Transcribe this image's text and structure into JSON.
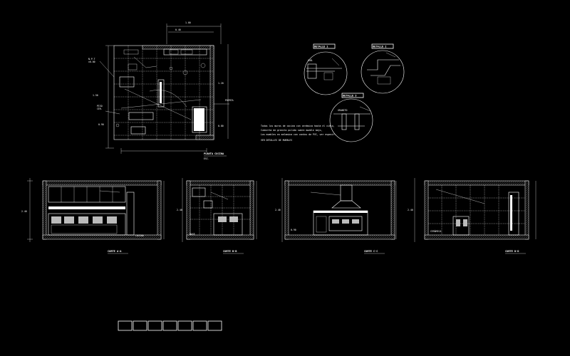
{
  "plan": {
    "title": "PLANTA COCINA",
    "scale": "ESC."
  },
  "details": [
    {
      "title": "DETALLE 1"
    },
    {
      "title": "DETALLE 2"
    },
    {
      "title": "DETALLE 3"
    }
  ],
  "notes": [
    "Todos los muros de cocina con cerámica hasta el cielo,",
    "Cubierta de granito pulido sobre mueble bajo,",
    "Los muebles en melamina con cantos de PVC, ver especif.",
    "VER DETALLES DE MUEBLES"
  ],
  "elevations": [
    {
      "title": "CORTE A-A"
    },
    {
      "title": "CORTE B-B"
    },
    {
      "title": "CORTE C-C"
    },
    {
      "title": "CORTE D-D"
    }
  ],
  "layout_tabs": [
    "",
    "",
    "",
    "",
    "",
    "",
    ""
  ]
}
